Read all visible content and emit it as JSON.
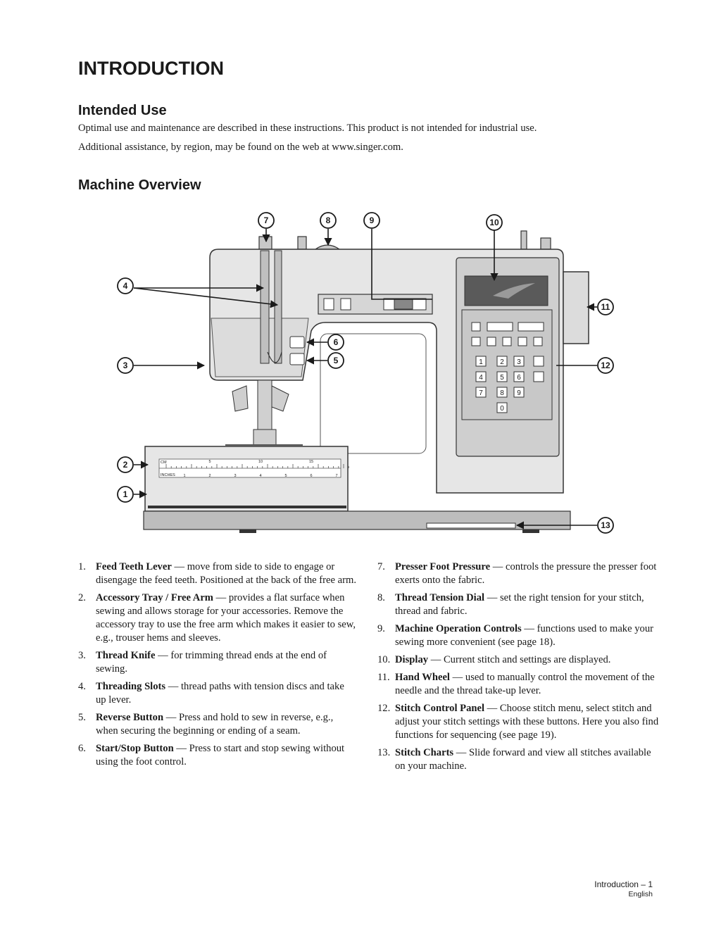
{
  "page_title": "INTRODUCTION",
  "intended_use": {
    "heading": "Intended Use",
    "line1": "Optimal use and maintenance are described in these instructions. This product is not intended for industrial use.",
    "line2": "Additional assistance, by region, may be found on the web at www.singer.com."
  },
  "machine_overview": {
    "heading": "Machine Overview",
    "callouts": [
      "1",
      "2",
      "3",
      "4",
      "5",
      "6",
      "7",
      "8",
      "9",
      "10",
      "11",
      "12",
      "13"
    ],
    "ruler": {
      "cm_label": "CM",
      "inches_label": "INCHES",
      "cm_ticks": [
        "5",
        "10",
        "15"
      ],
      "inch_ticks": [
        "1",
        "2",
        "3",
        "4",
        "5",
        "6",
        "7"
      ]
    },
    "keypad_digits": [
      "1",
      "2",
      "3",
      "4",
      "5",
      "6",
      "7",
      "8",
      "9",
      "0"
    ]
  },
  "legend_left": [
    {
      "num": "1.",
      "term": "Feed Teeth Lever",
      "desc": " — move from side to side to engage or disengage the feed teeth. Positioned at the back of the free arm."
    },
    {
      "num": "2.",
      "term": "Accessory Tray / Free Arm",
      "desc": " — provides a flat surface when sewing and allows storage for your accessories. Remove the accessory tray to use the free arm which makes it easier to sew, e.g., trouser hems and sleeves."
    },
    {
      "num": "3.",
      "term": "Thread Knife",
      "desc": " — for trimming thread ends at the end of sewing."
    },
    {
      "num": "4.",
      "term": "Threading Slots",
      "desc": " — thread paths with tension discs and take up lever."
    },
    {
      "num": "5.",
      "term": "Reverse Button",
      "desc": " — Press and hold to sew in reverse, e.g., when securing the beginning or ending of a seam."
    },
    {
      "num": "6.",
      "term": "Start/Stop Button",
      "desc": " — Press to start and stop sewing without using the foot control."
    }
  ],
  "legend_right": [
    {
      "num": "7.",
      "term": "Presser Foot Pressure",
      "desc": " — controls the pressure the presser foot exerts onto the fabric."
    },
    {
      "num": "8.",
      "term": "Thread Tension Dial",
      "desc": " — set the right tension for your stitch, thread and fabric."
    },
    {
      "num": "9.",
      "term": "Machine Operation Controls",
      "desc": " — functions used to make your sewing more convenient (see page 18)."
    },
    {
      "num": "10.",
      "term": "Display",
      "desc": " — Current stitch and settings are displayed."
    },
    {
      "num": "11.",
      "term": "Hand Wheel",
      "desc": " — used to manually control the movement of the needle and the thread take-up lever."
    },
    {
      "num": "12.",
      "term": "Stitch Control Panel",
      "desc": " — Choose stitch menu, select stitch and adjust your stitch settings with these buttons. Here you also find functions for sequencing (see page 19)."
    },
    {
      "num": "13.",
      "term": "Stitch Charts",
      "desc": " — Slide forward and view all stitches available on your machine."
    }
  ],
  "footer": {
    "section": "Introduction – 1",
    "language": "English"
  },
  "colors": {
    "body_fill": "#e6e6e6",
    "panel_fill": "#cfcfcf",
    "display_fill": "#5a5a5a",
    "base_fill": "#bdbdbd",
    "ink": "#1a1a1a"
  }
}
